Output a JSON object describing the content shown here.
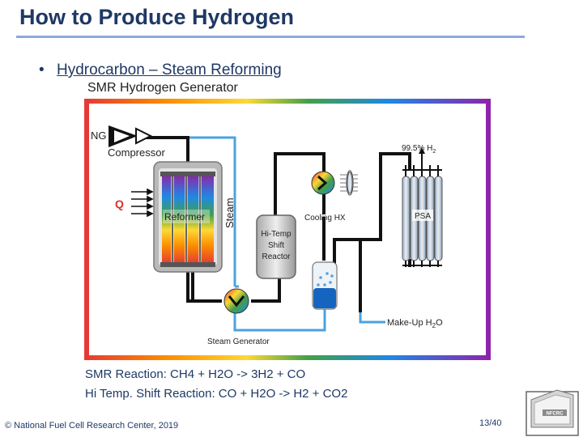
{
  "slide": {
    "title": "How to Produce Hydrogen",
    "bullet": "Hydrocarbon – Steam Reforming",
    "footer": "National Fuel Cell Research Center, 2019",
    "copyright_symbol": "©",
    "page": "13/40",
    "logo_text": "NFCRC"
  },
  "diagram": {
    "title": "SMR Hydrogen Generator",
    "labels": {
      "ng": "NG",
      "compressor": "Compressor",
      "q": "Q",
      "reformer": "Reformer",
      "steam": "Steam",
      "shift_reactor_line1": "Hi-Temp",
      "shift_reactor_line2": "Shift",
      "shift_reactor_line3": "Reactor",
      "cooling_hx": "Cooling HX",
      "psa": "PSA",
      "purity": "99.5% H",
      "purity_sub": "2",
      "makeup_water": "Make-Up H",
      "makeup_sub": "2",
      "makeup_tail": "O",
      "steam_generator": "Steam Generator"
    },
    "reactions": [
      "SMR Reaction: CH4 + H2O -> 3H2 + CO",
      "Hi Temp. Shift Reaction: CO + H2O -> H2 + CO2"
    ],
    "colors": {
      "title_blue": "#1f3864",
      "pipe_black": "#111111",
      "pipe_blue": "#4aa3df",
      "q_red": "#d9302c"
    }
  }
}
